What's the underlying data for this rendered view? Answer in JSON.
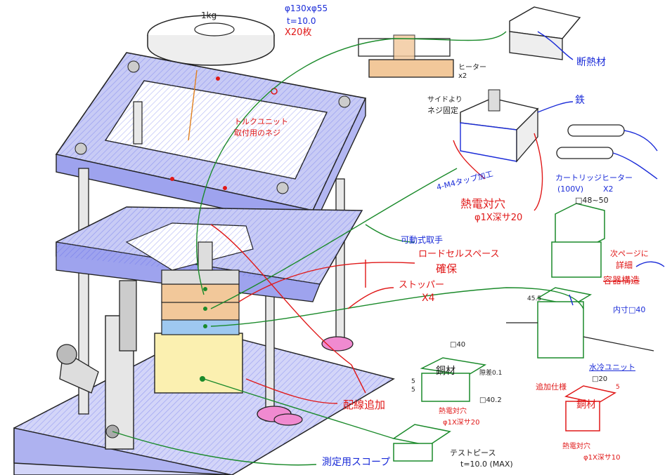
{
  "labels": {
    "weight_1kg": "1kg",
    "weight_spec_1": "φ130xφ55",
    "weight_spec_2": "t=10.0",
    "weight_spec_3": "X20枚",
    "heater_x2_top": "ヒーター",
    "heater_x2_top_qty": "x2",
    "side_screw_1": "サイドより",
    "side_screw_2": "ネジ固定",
    "insulator": "断熱材",
    "iron": "鉄",
    "torque_unit_1": "トルクユニット",
    "torque_unit_2": "取付用のネジ",
    "m4_tap": "4-M4タップ加工",
    "cartridge_heater": "カートリッジヒーター",
    "cartridge_voltage": "(100V)",
    "cartridge_qty": "X2",
    "thermocouple_1": "熱電対穴",
    "thermocouple_2": "φ1X深サ20",
    "dim_48_50": "□48~50",
    "next_page_1": "次ページに",
    "next_page_2": "詳細",
    "container_struct": "容器構造",
    "movable_handle": "可動式取手",
    "load_cell_space_1": "ロードセルスペース",
    "load_cell_space_2": "確保",
    "stopper_1": "ストッパー",
    "stopper_2": "X4",
    "inner_40": "内寸□40",
    "water_unit": "水冷ユニット",
    "dim_40": "□40",
    "copper": "銅材",
    "gap_01": "隙差0.1",
    "dim_40_2": "□40.2",
    "five_a": "5",
    "five_b": "5",
    "thermo_small_1": "熱電対穴",
    "thermo_small_2": "φ1X深サ20",
    "extra_spec": "追加仕様",
    "dim_20": "□20",
    "copper_2": "銅材",
    "thermo_red_1": "熱電対穴",
    "thermo_red_2": "φ1X深サ10",
    "red_five": "5",
    "add_wiring": "配線追加",
    "test_piece_1": "テストピース",
    "test_piece_2": "t=10.0 (MAX)",
    "scope": "測定用スコープ",
    "dim_45": "45.5"
  },
  "colors": {
    "frame": "#4a55e8",
    "frame_fill": "#c8cbf5",
    "red": "#e01818",
    "green": "#1a8a2a",
    "blue": "#1a2bd8",
    "wood": "#f2c89a",
    "heater_blue": "#9ec8f0",
    "pink": "#f08ad0",
    "yellow": "#fbf0b0"
  }
}
